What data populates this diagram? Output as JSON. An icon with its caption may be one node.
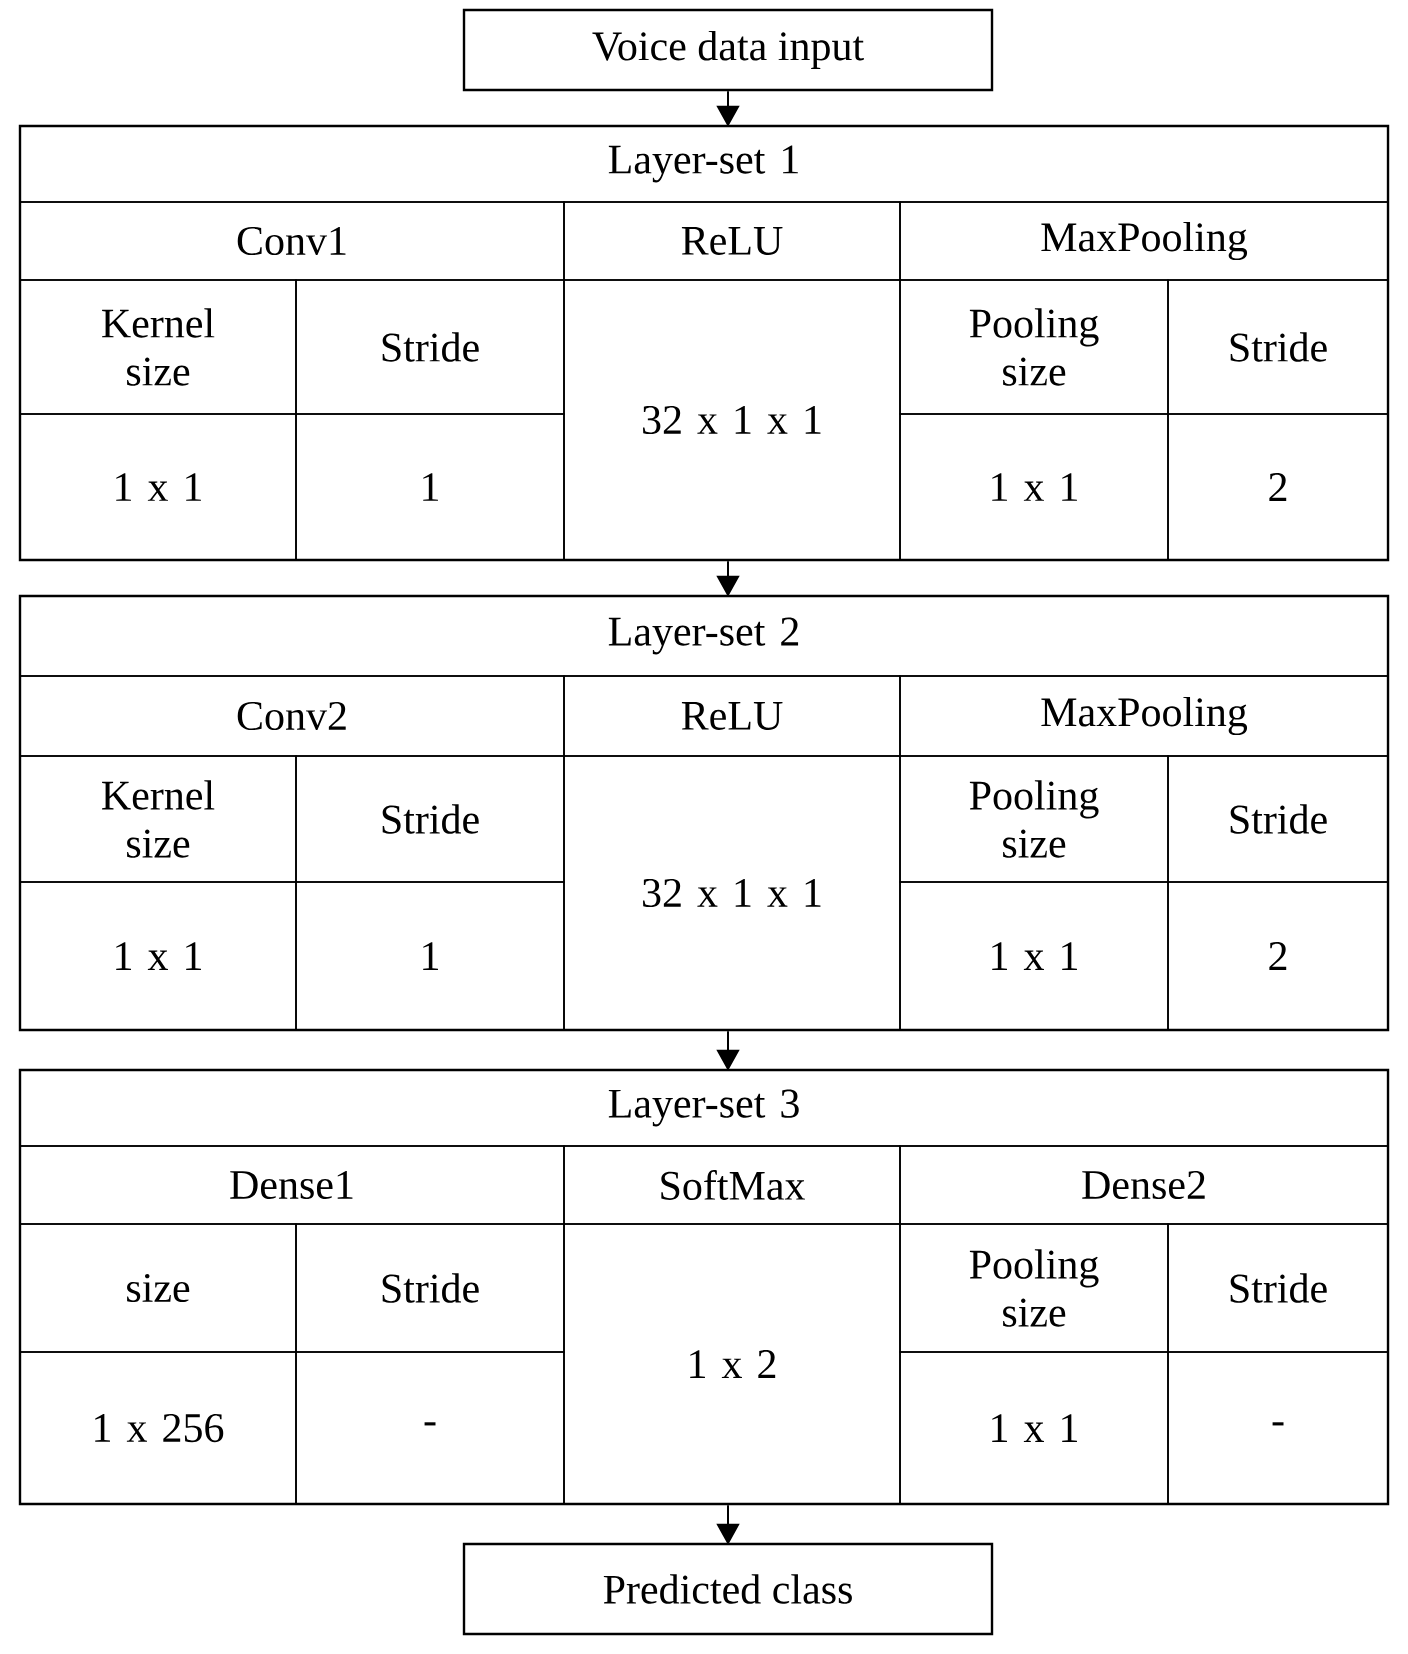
{
  "diagram": {
    "nodes": [
      {
        "text": [
          "Voice data input"
        ]
      },
      {
        "text": [
          "Layer-set 1",
          "Conv1",
          "ReLU",
          "MaxPooling",
          "Kernel size",
          "Stride",
          "32 x 1 x 1",
          "Pooling size",
          "Stride",
          "1 x 1",
          "1",
          "1 x 1",
          "2"
        ]
      },
      {
        "text": [
          "Layer-set 2",
          "Conv2",
          "ReLU",
          "MaxPooling",
          "Kernel size",
          "Stride",
          "32 x 1 x 1",
          "Pooling size",
          "Stride",
          "1 x 1",
          "1",
          "1 x 1",
          "2"
        ]
      },
      {
        "text": [
          "Layer-set 3",
          "Dense1",
          "SoftMax",
          "Dense2",
          "size",
          "Stride",
          "1 x 2",
          "Pooling size",
          "Stride",
          "1 x 256",
          "-",
          "1 x 1",
          "-"
        ]
      },
      {
        "text": [
          "Predicted class"
        ]
      }
    ],
    "edges": [
      {
        "from": 0,
        "to": 1,
        "arrow": "to"
      },
      {
        "from": 1,
        "to": 2,
        "arrow": "to"
      },
      {
        "from": 2,
        "to": 3,
        "arrow": "to"
      },
      {
        "from": 3,
        "to": 4,
        "arrow": "to"
      }
    ]
  }
}
